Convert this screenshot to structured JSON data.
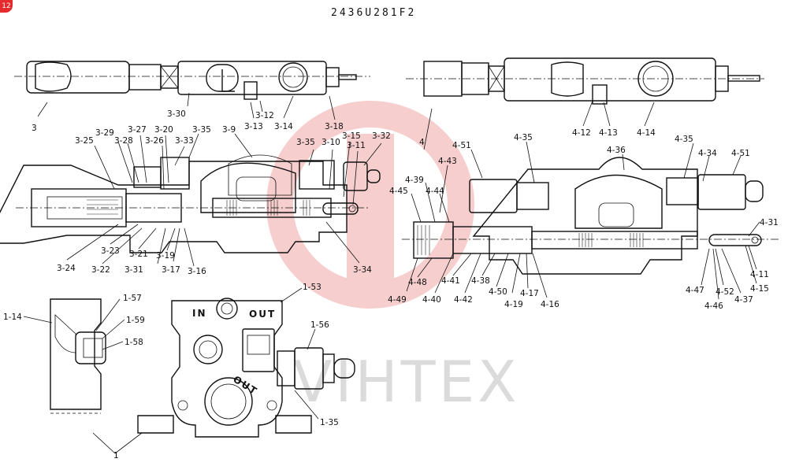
{
  "badge": "12",
  "drawing_number": "2436U281F2",
  "watermark": "VIHTEX",
  "ports": {
    "in": "IN",
    "out": "OUT",
    "out_lower": "OUT"
  },
  "labels": {
    "a3": "3",
    "a3_30": "3-30",
    "a3_13": "3-13",
    "a3_12": "3-12",
    "a3_14": "3-14",
    "a3_18": "3-18",
    "a3_25": "3-25",
    "a3_29": "3-29",
    "a3_28": "3-28",
    "a3_27": "3-27",
    "a3_26": "3-26",
    "a3_20": "3-20",
    "a3_33": "3-33",
    "a3_35": "3-35",
    "a3_9": "3-9",
    "a3_35b": "3-35",
    "a3_10": "3-10",
    "a3_15": "3-15",
    "a3_11": "3-11",
    "a3_32": "3-32",
    "a3_24": "3-24",
    "a3_23": "3-23",
    "a3_22": "3-22",
    "a3_21": "3-21",
    "a3_31": "3-31",
    "a3_19": "3-19",
    "a3_17": "3-17",
    "a3_16": "3-16",
    "a3_34": "3-34",
    "a4": "4",
    "a4_12": "4-12",
    "a4_13": "4-13",
    "a4_14": "4-14",
    "a4_51": "4-51",
    "a4_35": "4-35",
    "a4_36": "4-36",
    "a4_35b": "4-35",
    "a4_34": "4-34",
    "a4_51b": "4-51",
    "a4_43": "4-43",
    "a4_39": "4-39",
    "a4_45": "4-45",
    "a4_44": "4-44",
    "a4_31": "4-31",
    "a4_48": "4-48",
    "a4_41": "4-41",
    "a4_38": "4-38",
    "a4_49": "4-49",
    "a4_40": "4-40",
    "a4_42": "4-42",
    "a4_50": "4-50",
    "a4_19": "4-19",
    "a4_17": "4-17",
    "a4_16": "4-16",
    "a4_11": "4-11",
    "a4_15": "4-15",
    "a4_47": "4-47",
    "a4_52": "4-52",
    "a4_46": "4-46",
    "a4_37": "4-37",
    "a1_14": "1-14",
    "a1_57": "1-57",
    "a1_59": "1-59",
    "a1_58": "1-58",
    "a1": "1",
    "a1_53": "1-53",
    "a1_56": "1-56",
    "a1_35": "1-35"
  }
}
